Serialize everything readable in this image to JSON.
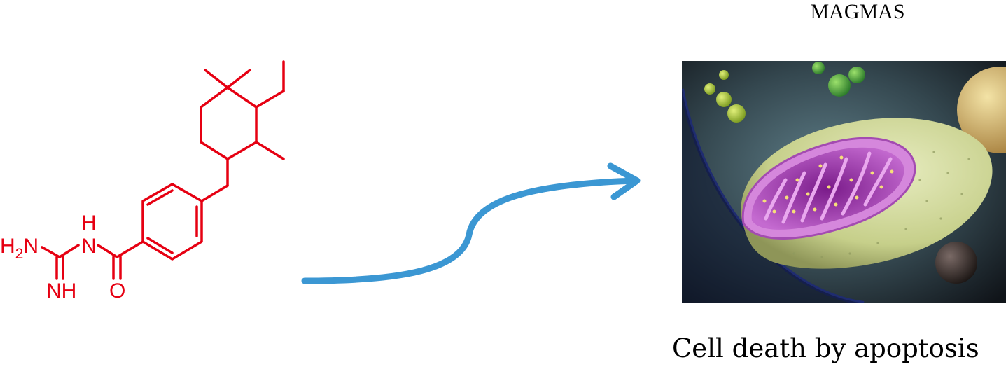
{
  "molecule": {
    "color": "#e60012",
    "labels": {
      "amine": "H2N",
      "imine": "NH",
      "amide_n": "N",
      "amide_h": "H",
      "carbonyl_o": "O"
    }
  },
  "arrow": {
    "color": "#3b97d3"
  },
  "target": {
    "title": "MAGMAS"
  },
  "illustration": {
    "subject": "mitochondrion cross-section inside cell"
  },
  "caption": "Cell death by apoptosis"
}
